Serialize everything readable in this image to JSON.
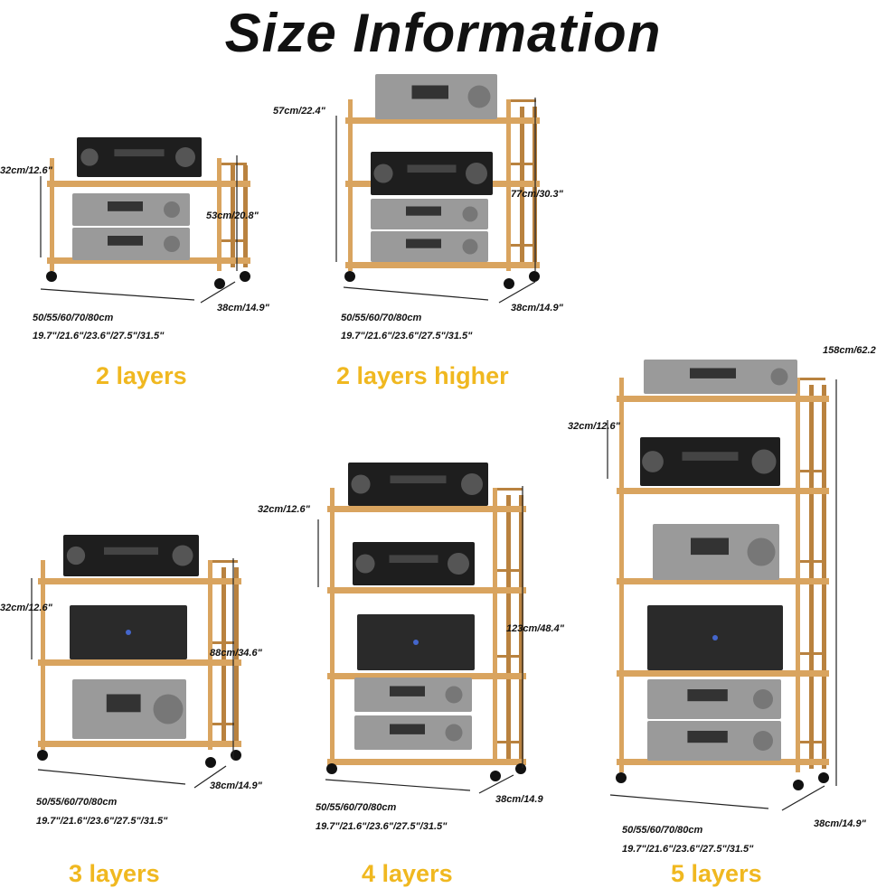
{
  "title": "Size Information",
  "colors": {
    "wood": "#d9a45f",
    "woodDark": "#b9823f",
    "caption": "#f0b820",
    "dark": "#1e1e1e",
    "silver": "#9a9a9a"
  },
  "panels": [
    {
      "caption": "2 layers",
      "shelf_height": "32cm/12.6\"",
      "total_height": "53cm/20.8\"",
      "depth": "38cm/14.9\"",
      "width_cm": "50/55/60/70/80cm",
      "width_in": "19.7\"/21.6\"/23.6\"/27.5\"/31.5\""
    },
    {
      "caption": "2 layers higher",
      "shelf_height": "57cm/22.4\"",
      "total_height": "77cm/30.3\"",
      "depth": "38cm/14.9\"",
      "width_cm": "50/55/60/70/80cm",
      "width_in": "19.7\"/21.6\"/23.6\"/27.5\"/31.5\""
    },
    {
      "caption": "3 layers",
      "shelf_height": "32cm/12.6\"",
      "total_height": "88cm/34.6\"",
      "depth": "38cm/14.9\"",
      "width_cm": "50/55/60/70/80cm",
      "width_in": "19.7\"/21.6\"/23.6\"/27.5\"/31.5\""
    },
    {
      "caption": "4 layers",
      "shelf_height": "32cm/12.6\"",
      "total_height": "123cm/48.4\"",
      "depth": "38cm/14.9",
      "width_cm": "50/55/60/70/80cm",
      "width_in": "19.7\"/21.6\"/23.6\"/27.5\"/31.5\""
    },
    {
      "caption": "5 layers",
      "shelf_height": "32cm/12.6\"",
      "total_height": "158cm/62.2",
      "depth": "38cm/14.9\"",
      "width_cm": "50/55/60/70/80cm",
      "width_in": "19.7\"/21.6\"/23.6\"/27.5\"/31.5\""
    }
  ]
}
